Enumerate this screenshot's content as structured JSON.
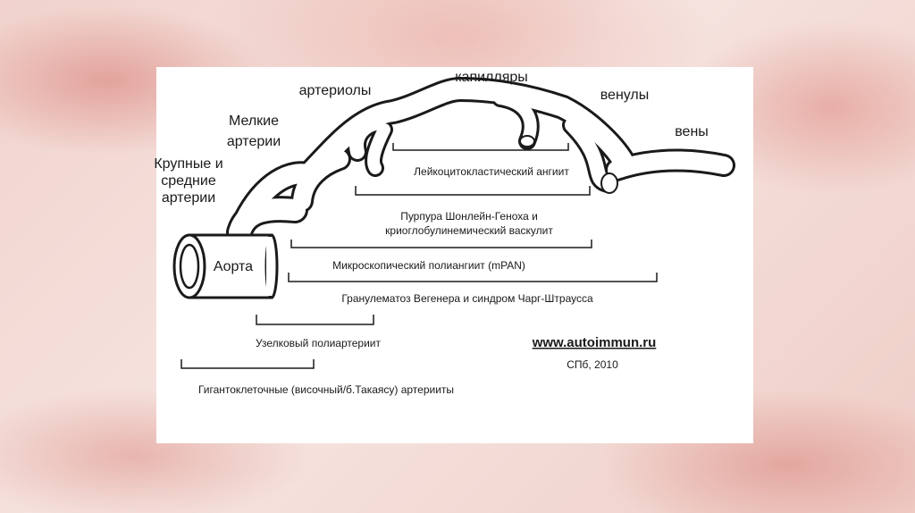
{
  "labels": {
    "aorta": "Аорта",
    "large_arteries_1": "Крупные и",
    "large_arteries_2": "средние",
    "large_arteries_3": "артерии",
    "small_arteries_1": "Мелкие",
    "small_arteries_2": "артерии",
    "arterioles": "артериолы",
    "capillaries": "капилляры",
    "venules": "венулы",
    "veins": "вены"
  },
  "ranges": {
    "leukocytoclastic": "Лейкоцитокластический ангиит",
    "purpura_1": "Пурпура Шонлейн-Геноха  и",
    "purpura_2": "криоглобулинемический васкулит",
    "mpa": "Микроскопический полиангиит (mPAN)",
    "wegener": "Гранулематоз Вегенера и синдром Чарг-Штраусса",
    "pan": "Узелковый полиартериит",
    "giant_cell": "Гигантоклеточные (височный/б.Такаясу) артерииты"
  },
  "footer": {
    "url": "www.autoimmun.ru",
    "place_year": "СПб, 2010"
  },
  "colors": {
    "ink": "#1a1a1a",
    "card": "#ffffff"
  }
}
